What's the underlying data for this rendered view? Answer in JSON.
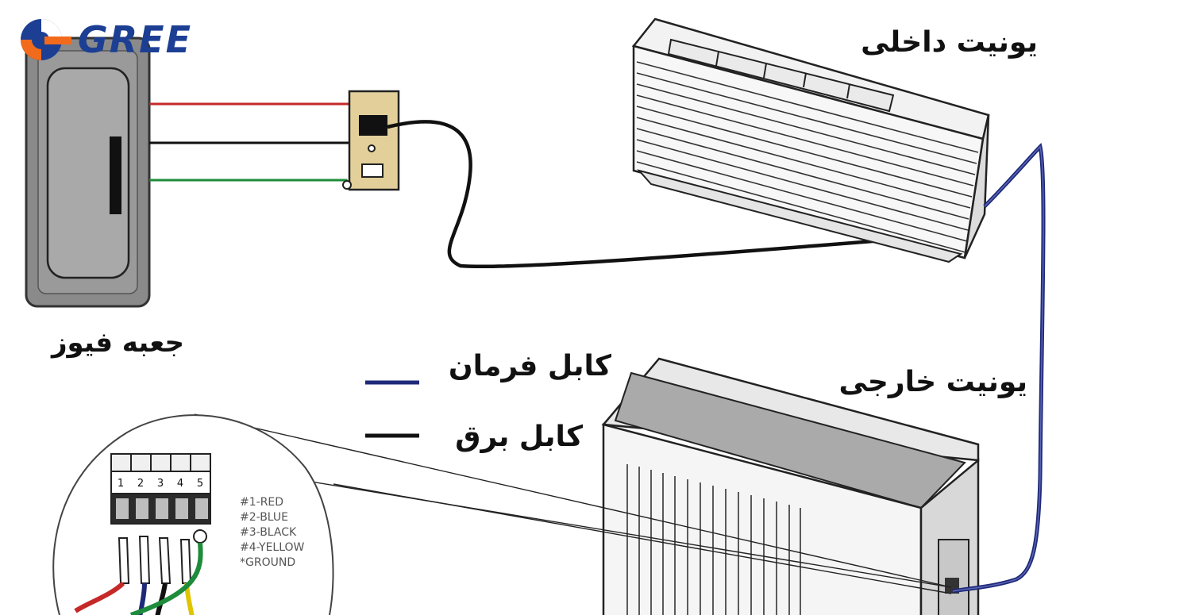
{
  "brand": {
    "logo_text": "GREE",
    "colors": {
      "blue": "#1c3f94",
      "orange": "#f26a1b"
    }
  },
  "labels": {
    "indoor_unit": "یونیت داخلی",
    "outdoor_unit": "یونیت خارجی",
    "fuse_box": "جعبه فیوز"
  },
  "legend": [
    {
      "label": "کابل فرمان",
      "color": "#1e2a78"
    },
    {
      "label": "کابل برق",
      "color": "#111111"
    }
  ],
  "terminal": {
    "numbers": [
      "1",
      "2",
      "3",
      "4",
      "5"
    ],
    "wire_key": [
      "#1-RED",
      "#2-BLUE",
      "#3-BLACK",
      "#4-YELLOW",
      "*GROUND"
    ]
  },
  "wire_colors": {
    "red": "#c62828",
    "black": "#111111",
    "green": "#1e8c3a",
    "control": "#1e2a78"
  }
}
